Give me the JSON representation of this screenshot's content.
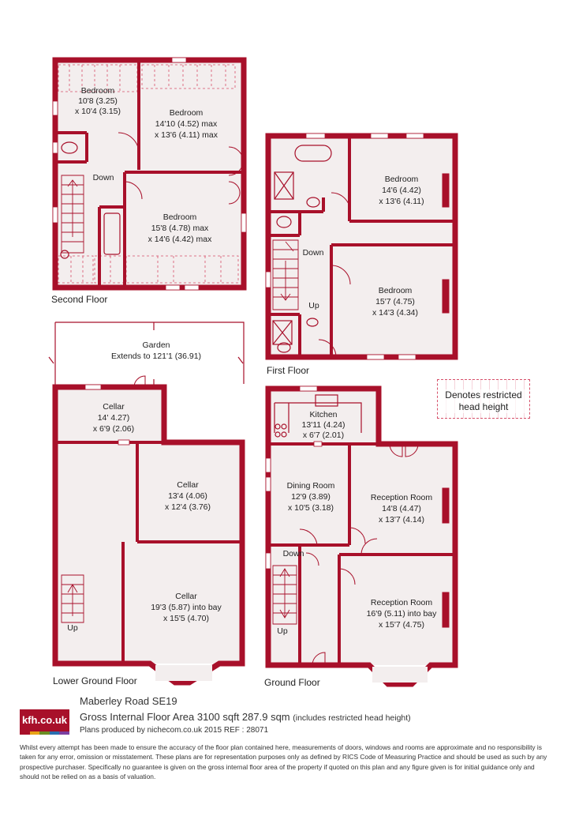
{
  "floors": {
    "second": "Second Floor",
    "first": "First Floor",
    "lower_ground": "Lower Ground Floor",
    "ground": "Ground Floor"
  },
  "rooms": {
    "sf_bed1": [
      "Bedroom",
      "10'8 (3.25)",
      "x 10'4 (3.15)"
    ],
    "sf_bed2": [
      "Bedroom",
      "14'10 (4.52) max",
      "x 13'6 (4.11) max"
    ],
    "sf_bed3": [
      "Bedroom",
      "15'8 (4.78) max",
      "x 14'6 (4.42) max"
    ],
    "ff_bed1": [
      "Bedroom",
      "14'6 (4.42)",
      "x 13'6 (4.11)"
    ],
    "ff_bed2": [
      "Bedroom",
      "15'7 (4.75)",
      "x 14'3 (4.34)"
    ],
    "garden": [
      "Garden",
      "Extends to 121'1 (36.91)"
    ],
    "lg_cellar1": [
      "Cellar",
      "14' 4.27)",
      "x 6'9 (2.06)"
    ],
    "lg_cellar2": [
      "Cellar",
      "13'4 (4.06)",
      "x 12'4 (3.76)"
    ],
    "lg_cellar3": [
      "Cellar",
      "19'3 (5.87) into bay",
      "x 15'5 (4.70)"
    ],
    "gf_kitchen": [
      "Kitchen",
      "13'11 (4.24)",
      "x 6'7 (2.01)"
    ],
    "gf_dining": [
      "Dining Room",
      "12'9 (3.89)",
      "x 10'5 (3.18)"
    ],
    "gf_reception1": [
      "Reception Room",
      "14'8 (4.47)",
      "x 13'7 (4.14)"
    ],
    "gf_reception2": [
      "Reception Room",
      "16'9 (5.11) into bay",
      "x 15'7 (4.75)"
    ]
  },
  "stair_labels": {
    "down": "Down",
    "up": "Up"
  },
  "legend": {
    "line1": "Denotes restricted",
    "line2": "head height"
  },
  "footer": {
    "logo": "kfh.co.uk",
    "logo_colors": [
      "#a8102a",
      "#e8a317",
      "#6b8e23",
      "#2a6fb0",
      "#7b3fa0"
    ],
    "address": "Maberley Road SE19",
    "area": "Gross Internal Floor Area 3100 sqft 287.9 sqm",
    "area_note": "(includes restricted head height)",
    "source": "Plans produced by nichecom.co.uk 2015 REF : 28071",
    "disclaimer": "Whilst every attempt has been made to ensure the accuracy of the floor plan contained here, measurements of doors, windows and rooms are approximate and no responsibility is taken for any error, omission or misstatement. These plans are for representation purposes only as defined by RICS Code of Measuring Practice and should be used as such by any prospective purchaser. Specifically no guarantee is given on the gross internal floor area of the property if quoted on this plan and any figure given is for initial guidance only and should not be relied on as a basis of valuation."
  }
}
